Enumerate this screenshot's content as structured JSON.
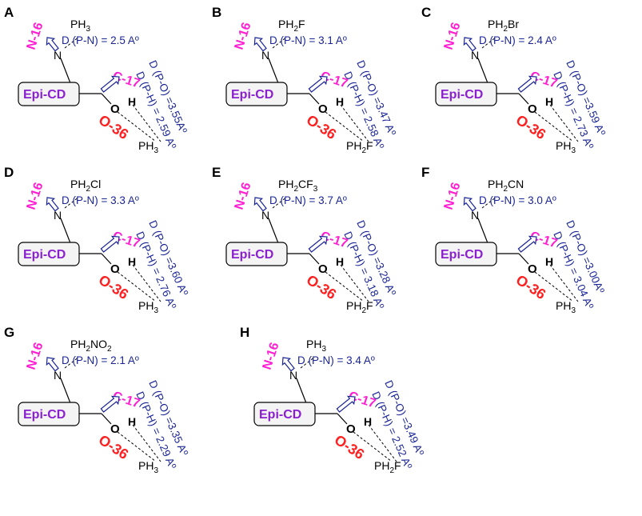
{
  "common": {
    "n16_label": "N-16",
    "c17_label": "C-17",
    "o36_label": "O-36",
    "epi_label": "Epi-CD",
    "n_atom": "N",
    "o_atom": "O",
    "h_atom": "H"
  },
  "panels": [
    {
      "letter": "A",
      "top_ligand": [
        {
          "t": "PH"
        },
        {
          "t": "3",
          "sub": true
        }
      ],
      "pn": "D (P-N) = 2.5 Aº",
      "po": "D (P-O) =3.55Aº",
      "ph": "D (P-H) = 2.59 Aº",
      "bottom_ligand": [
        {
          "t": "PH"
        },
        {
          "t": "3",
          "sub": true
        }
      ]
    },
    {
      "letter": "B",
      "top_ligand": [
        {
          "t": "PH"
        },
        {
          "t": "2",
          "sub": true
        },
        {
          "t": "F"
        }
      ],
      "pn": "D (P-N) = 3.1 Aº",
      "po": "D (P-O) =3.47 Aº",
      "ph": "D (P-H) = 2.58 Aº",
      "bottom_ligand": [
        {
          "t": "PH"
        },
        {
          "t": "2",
          "sub": true
        },
        {
          "t": "F"
        }
      ]
    },
    {
      "letter": "C",
      "top_ligand": [
        {
          "t": "PH"
        },
        {
          "t": "2",
          "sub": true
        },
        {
          "t": "Br"
        }
      ],
      "pn": "D (P-N) = 2.4 Aº",
      "po": "D (P-O) =3.59 Aº",
      "ph": "D (P-H) = 2.73 Aº",
      "bottom_ligand": [
        {
          "t": "PH"
        },
        {
          "t": "3",
          "sub": true
        }
      ]
    },
    {
      "letter": "D",
      "top_ligand": [
        {
          "t": "PH"
        },
        {
          "t": "2",
          "sub": true
        },
        {
          "t": "Cl"
        }
      ],
      "pn": "D (P-N) = 3.3 Aº",
      "po": "D (P-O) =3.60 Aº",
      "ph": "D (P-H) = 2.76 Aº",
      "bottom_ligand": [
        {
          "t": "PH"
        },
        {
          "t": "3",
          "sub": true
        }
      ]
    },
    {
      "letter": "E",
      "top_ligand": [
        {
          "t": "PH"
        },
        {
          "t": "2",
          "sub": true
        },
        {
          "t": "CF"
        },
        {
          "t": "3",
          "sub": true
        }
      ],
      "pn": "D (P-N) = 3.7 Aº",
      "po": "D (P-O) =3.28 Aº",
      "ph": "D (P-H) = 3.18 Aº",
      "bottom_ligand": [
        {
          "t": "PH"
        },
        {
          "t": "2",
          "sub": true
        },
        {
          "t": "F"
        }
      ]
    },
    {
      "letter": "F",
      "top_ligand": [
        {
          "t": "PH"
        },
        {
          "t": "2",
          "sub": true
        },
        {
          "t": "CN"
        }
      ],
      "pn": "D (P-N) = 3.0 Aº",
      "po": "D (P-O) =3.00Aº",
      "ph": "D (P-H) = 3.04 Aº",
      "bottom_ligand": [
        {
          "t": "PH"
        },
        {
          "t": "3",
          "sub": true
        }
      ]
    },
    {
      "letter": "G",
      "top_ligand": [
        {
          "t": "PH"
        },
        {
          "t": "2",
          "sub": true
        },
        {
          "t": "NO"
        },
        {
          "t": "2",
          "sub": true
        }
      ],
      "pn": "D (P-N) = 2.1 Aº",
      "po": "D (P-O) =3.35 Aº",
      "ph": "D (P-H) = 2.29 Aº",
      "bottom_ligand": [
        {
          "t": "PH"
        },
        {
          "t": "3",
          "sub": true
        }
      ]
    },
    {
      "letter": "H",
      "top_ligand": [
        {
          "t": "PH"
        },
        {
          "t": "3",
          "sub": true
        }
      ],
      "pn": "D (P-N) = 3.4 Aº",
      "po": "D (P-O) =3.49 Aº",
      "ph": "D (P-H) = 2.52 Aº",
      "bottom_ligand": [
        {
          "t": "PH"
        },
        {
          "t": "2",
          "sub": true
        },
        {
          "t": "F"
        }
      ]
    }
  ]
}
